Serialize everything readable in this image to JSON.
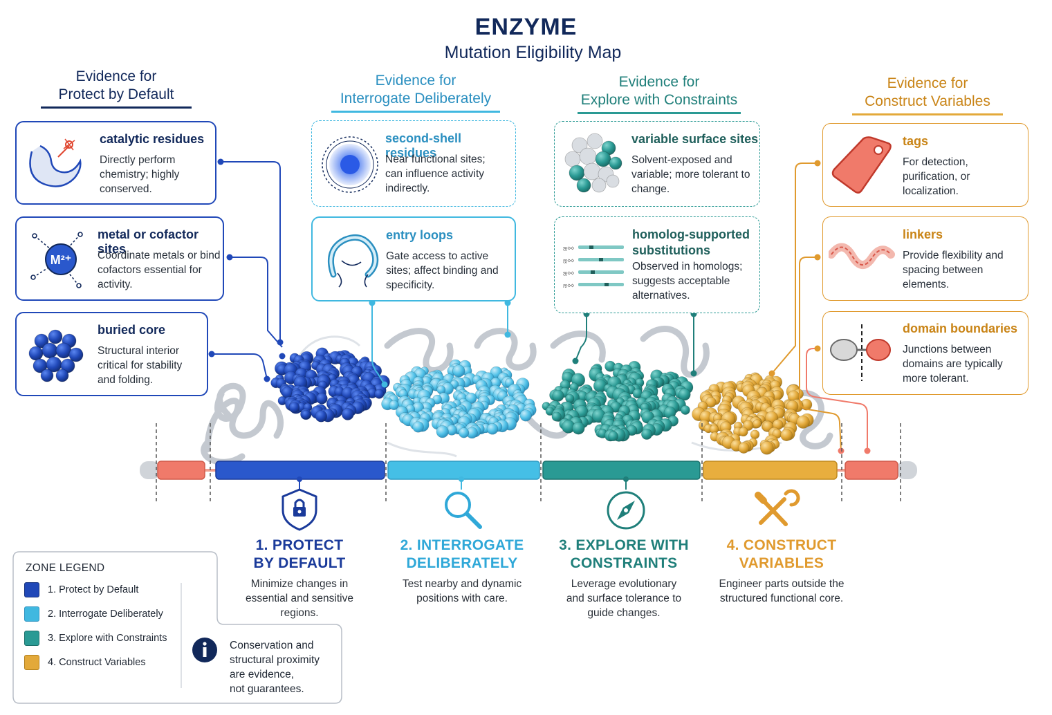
{
  "header": {
    "title": "ENZYME",
    "subtitle": "Mutation Eligibility Map"
  },
  "colors": {
    "protect": "#2048b8",
    "interrogate": "#40b8e0",
    "explore": "#2a9a94",
    "construct": "#e3a93a",
    "tag": "#f07a6a",
    "navy": "#11285a"
  },
  "columns": [
    {
      "line1": "Evidence for",
      "line2": "Protect by Default"
    },
    {
      "line1": "Evidence for",
      "line2": "Interrogate Deliberately"
    },
    {
      "line1": "Evidence for",
      "line2": "Explore with Constraints"
    },
    {
      "line1": "Evidence for",
      "line2": "Construct Variables"
    }
  ],
  "protect_cards": [
    {
      "title": "catalytic residues",
      "desc": "Directly perform chemistry; highly conserved.",
      "icon": "catalytic-pocket-icon"
    },
    {
      "title": "metal or cofactor sites",
      "desc": "Coordinate metals or bind cofactors essential for activity.",
      "icon": "metal-ion-icon",
      "icon_label": "M²⁺"
    },
    {
      "title": "buried core",
      "desc": "Structural interior critical for stability and folding.",
      "icon": "buried-core-icon"
    }
  ],
  "interrogate_cards": [
    {
      "title": "second-shell residues",
      "desc": "Near functional sites; can influence activity indirectly.",
      "icon": "second-shell-icon"
    },
    {
      "title": "entry loops",
      "desc": "Gate access to active sites; affect binding and specificity.",
      "icon": "entry-loop-icon"
    }
  ],
  "explore_cards": [
    {
      "title": "variable surface sites",
      "desc": "Solvent-exposed and variable; more tolerant to change.",
      "icon": "surface-sites-icon"
    },
    {
      "title": "homolog-supported substitutions",
      "desc": "Observed in homologs; suggests acceptable alternatives.",
      "icon": "sequence-alignment-icon"
    }
  ],
  "construct_cards": [
    {
      "title": "tags",
      "desc": "For detection, purification, or localization.",
      "icon": "tag-icon"
    },
    {
      "title": "linkers",
      "desc": "Provide flexibility and spacing between elements.",
      "icon": "linker-icon"
    },
    {
      "title": "domain boundaries",
      "desc": "Junctions between domains are typically more tolerant.",
      "icon": "domain-boundary-icon"
    }
  ],
  "zones": [
    {
      "line1": "1. PROTECT",
      "line2": "BY DEFAULT",
      "desc": "Minimize changes in essential and sensitive regions.",
      "icon": "shield-lock-icon"
    },
    {
      "line1": "2. INTERROGATE",
      "line2": "DELIBERATELY",
      "desc": "Test nearby and dynamic positions with care.",
      "icon": "magnifier-icon"
    },
    {
      "line1": "3. EXPLORE WITH",
      "line2": "CONSTRAINTS",
      "desc": "Leverage evolutionary and surface tolerance to guide changes.",
      "icon": "compass-icon"
    },
    {
      "line1": "4. CONSTRUCT",
      "line2": "VARIABLES",
      "desc": "Engineer parts outside the structured functional core.",
      "icon": "wrench-screwdriver-icon"
    }
  ],
  "legend": {
    "title": "ZONE LEGEND",
    "items": [
      "1. Protect by Default",
      "2. Interrogate Deliberately",
      "3. Explore with Constraints",
      "4. Construct Variables"
    ]
  },
  "note": {
    "line1": "Conservation and",
    "line2": "structural proximity",
    "line3": "are evidence,",
    "line4": "not guarantees.",
    "icon": "info-icon"
  }
}
